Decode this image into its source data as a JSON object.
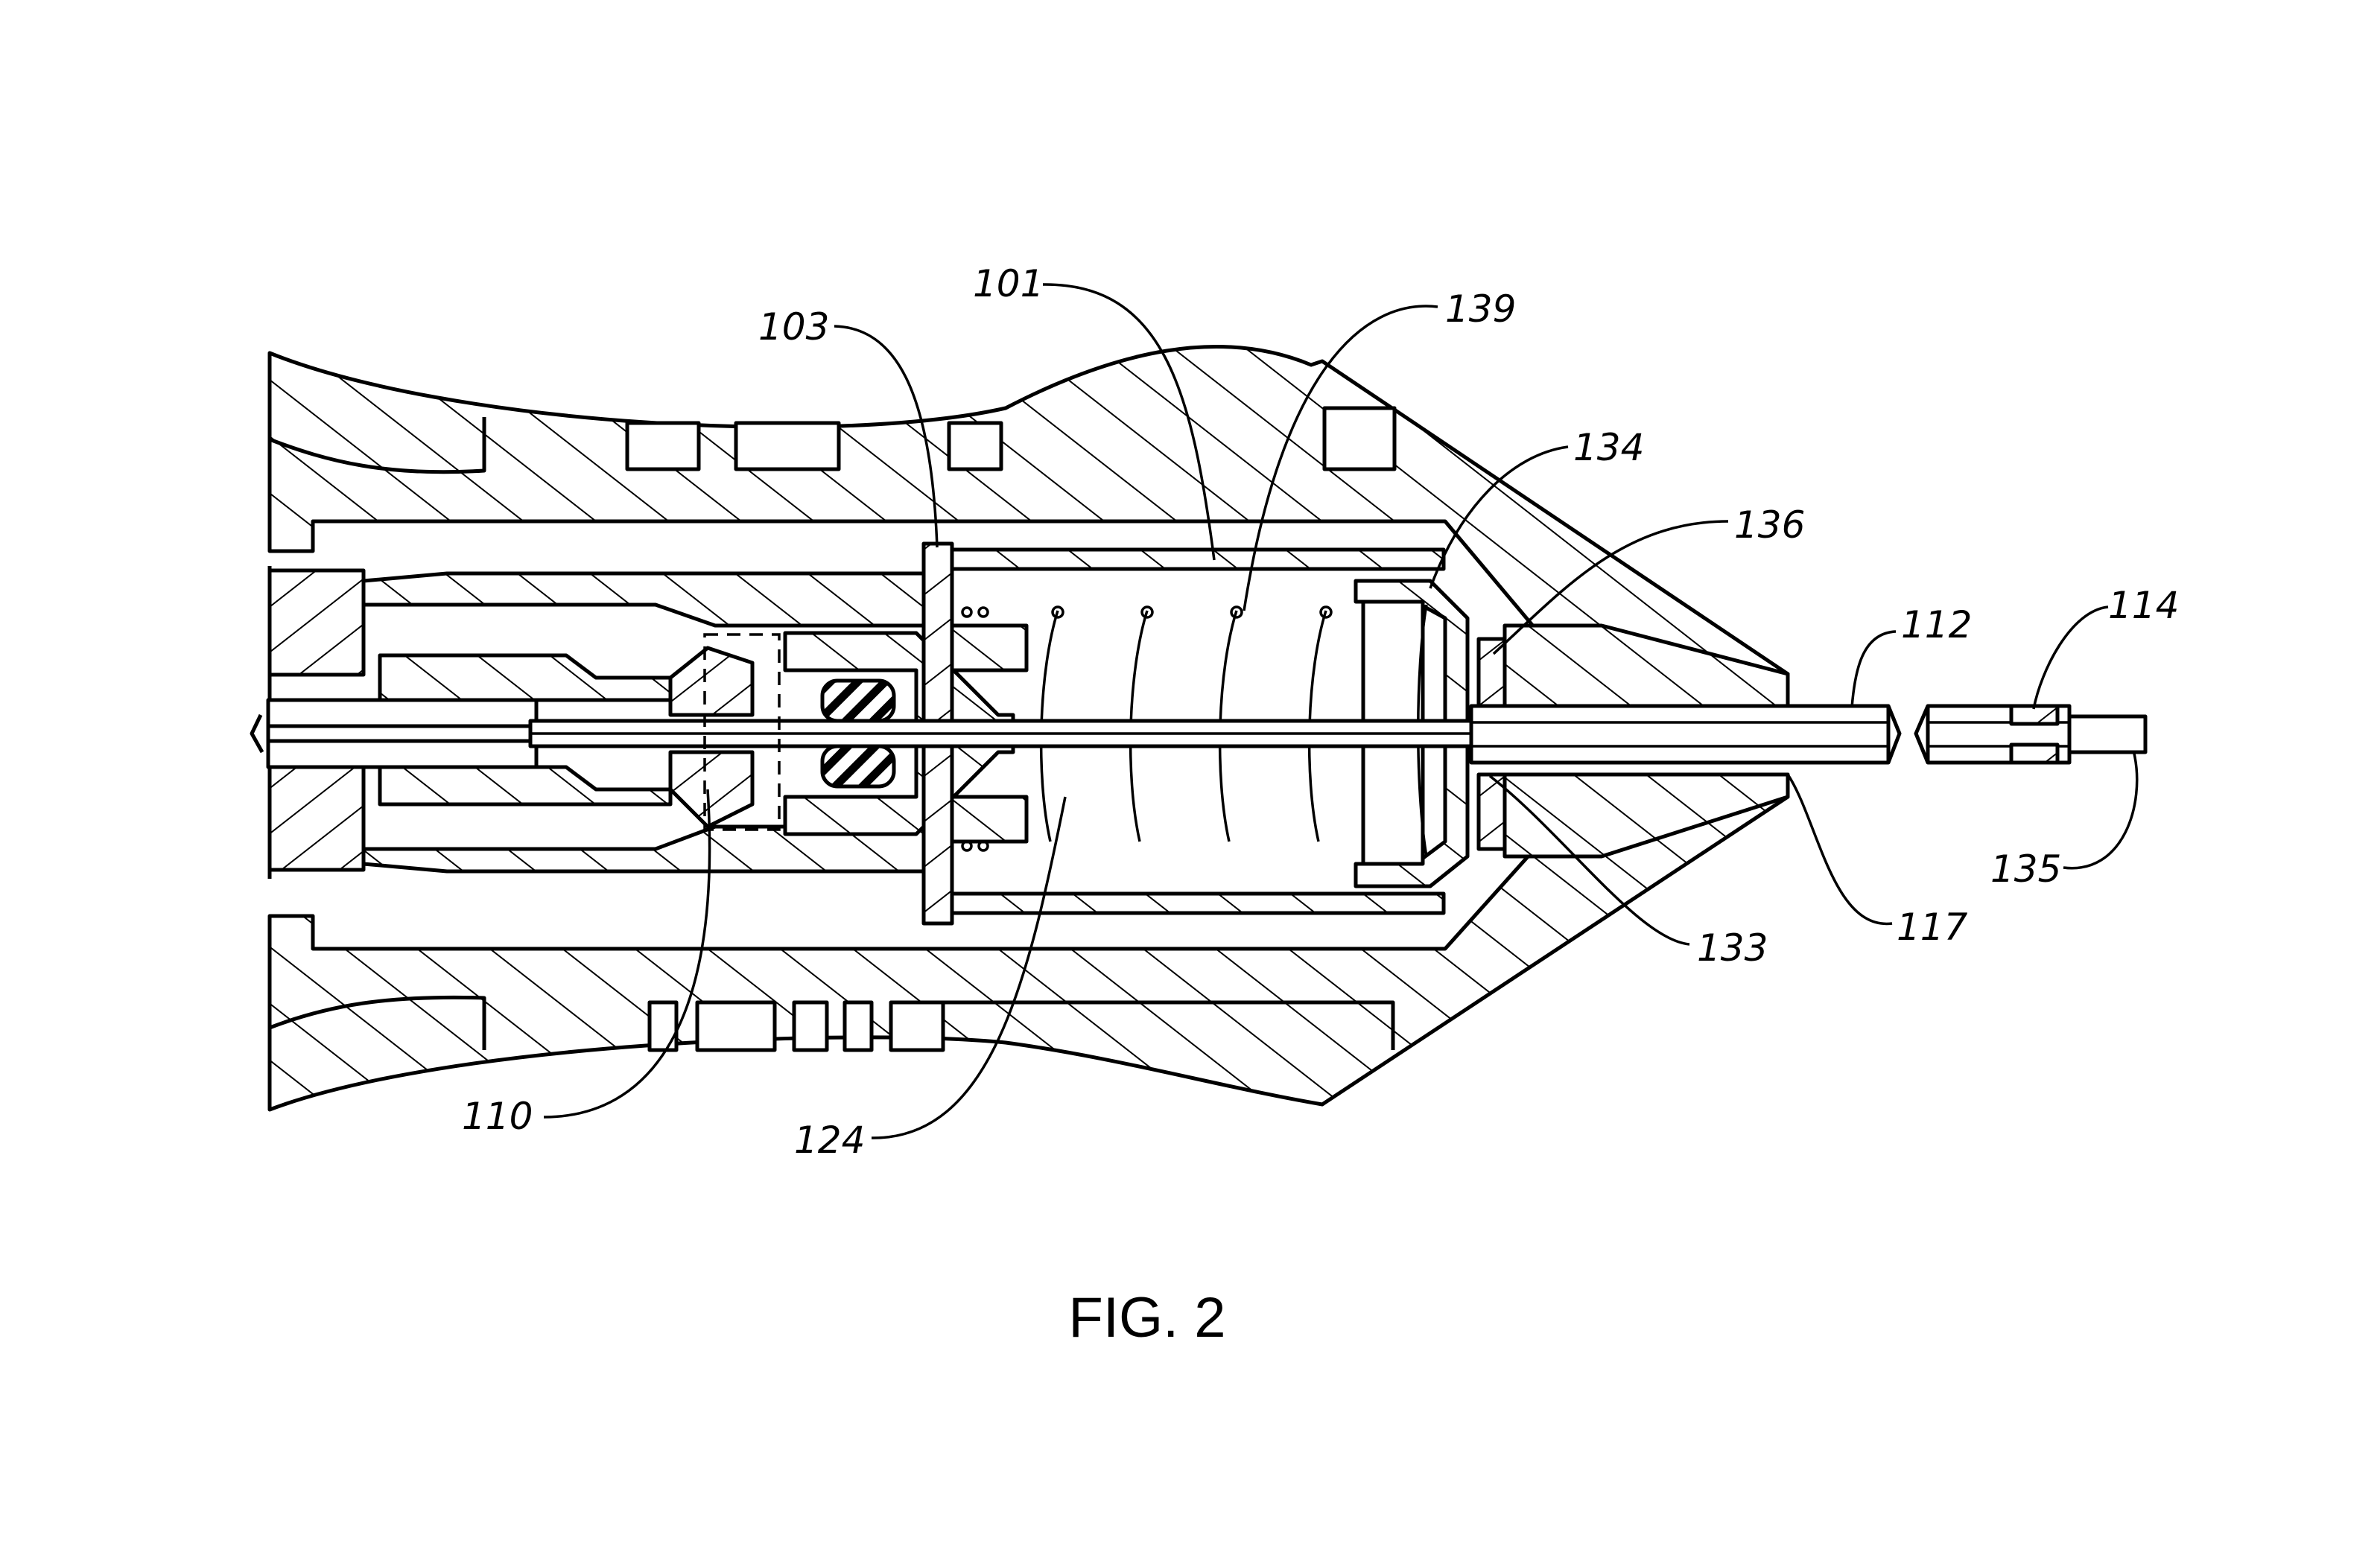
{
  "figure": {
    "caption": "FIG. 2",
    "colors": {
      "line": "#000000",
      "background": "#ffffff"
    },
    "reference_numerals": [
      {
        "id": "101",
        "text": "101"
      },
      {
        "id": "103",
        "text": "103"
      },
      {
        "id": "139",
        "text": "139"
      },
      {
        "id": "134",
        "text": "134"
      },
      {
        "id": "136",
        "text": "136"
      },
      {
        "id": "112",
        "text": "112"
      },
      {
        "id": "114",
        "text": "114"
      },
      {
        "id": "135",
        "text": "135"
      },
      {
        "id": "117",
        "text": "117"
      },
      {
        "id": "133",
        "text": "133"
      },
      {
        "id": "124",
        "text": "124"
      },
      {
        "id": "110",
        "text": "110"
      }
    ]
  }
}
